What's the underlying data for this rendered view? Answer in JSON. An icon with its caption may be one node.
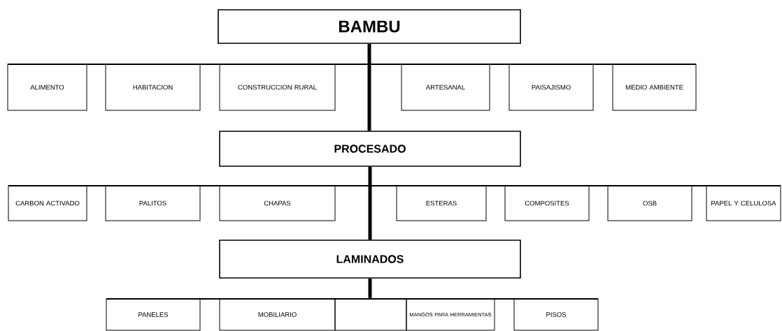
{
  "diagram": {
    "nodes": [
      {
        "text": [
          "BAMBU"
        ]
      },
      {
        "text": [],
        "shape": "bar"
      },
      {
        "text": [
          "ALIMENTO"
        ]
      },
      {
        "text": [
          "HABITACION"
        ]
      },
      {
        "text": [
          "CONSTRUCCION RURAL"
        ]
      },
      {
        "text": [
          "ARTESANAL"
        ]
      },
      {
        "text": [
          "PAISAJISMO"
        ]
      },
      {
        "text": [
          "MEDIO AMBIENTE"
        ]
      },
      {
        "text": [
          "PROCESADO"
        ]
      },
      {
        "text": [],
        "shape": "bar"
      },
      {
        "text": [
          "CARBON ACTIVADO"
        ]
      },
      {
        "text": [
          "PALITOS"
        ]
      },
      {
        "text": [
          "CHAPAS"
        ]
      },
      {
        "text": [
          "ESTERAS"
        ]
      },
      {
        "text": [
          "COMPOSITES"
        ]
      },
      {
        "text": [
          "OSB"
        ]
      },
      {
        "text": [
          "PAPEL Y CELULOSA"
        ]
      },
      {
        "text": [
          "LAMINADOS"
        ]
      },
      {
        "text": [],
        "shape": "bar"
      },
      {
        "text": [
          "PANELES"
        ]
      },
      {
        "text": [
          "MOBILIARIO"
        ]
      },
      {
        "text": [],
        "shape": "box"
      },
      {
        "text": [
          "MANGOS PARA HERRAMIENTAS"
        ]
      },
      {
        "text": [
          "PISOS"
        ]
      }
    ],
    "edges": [
      {
        "from": 0,
        "to": 8,
        "arrow": "none"
      },
      {
        "from": 8,
        "to": 17,
        "arrow": "none"
      },
      {
        "from": 17,
        "to": 18,
        "arrow": "none"
      }
    ]
  }
}
